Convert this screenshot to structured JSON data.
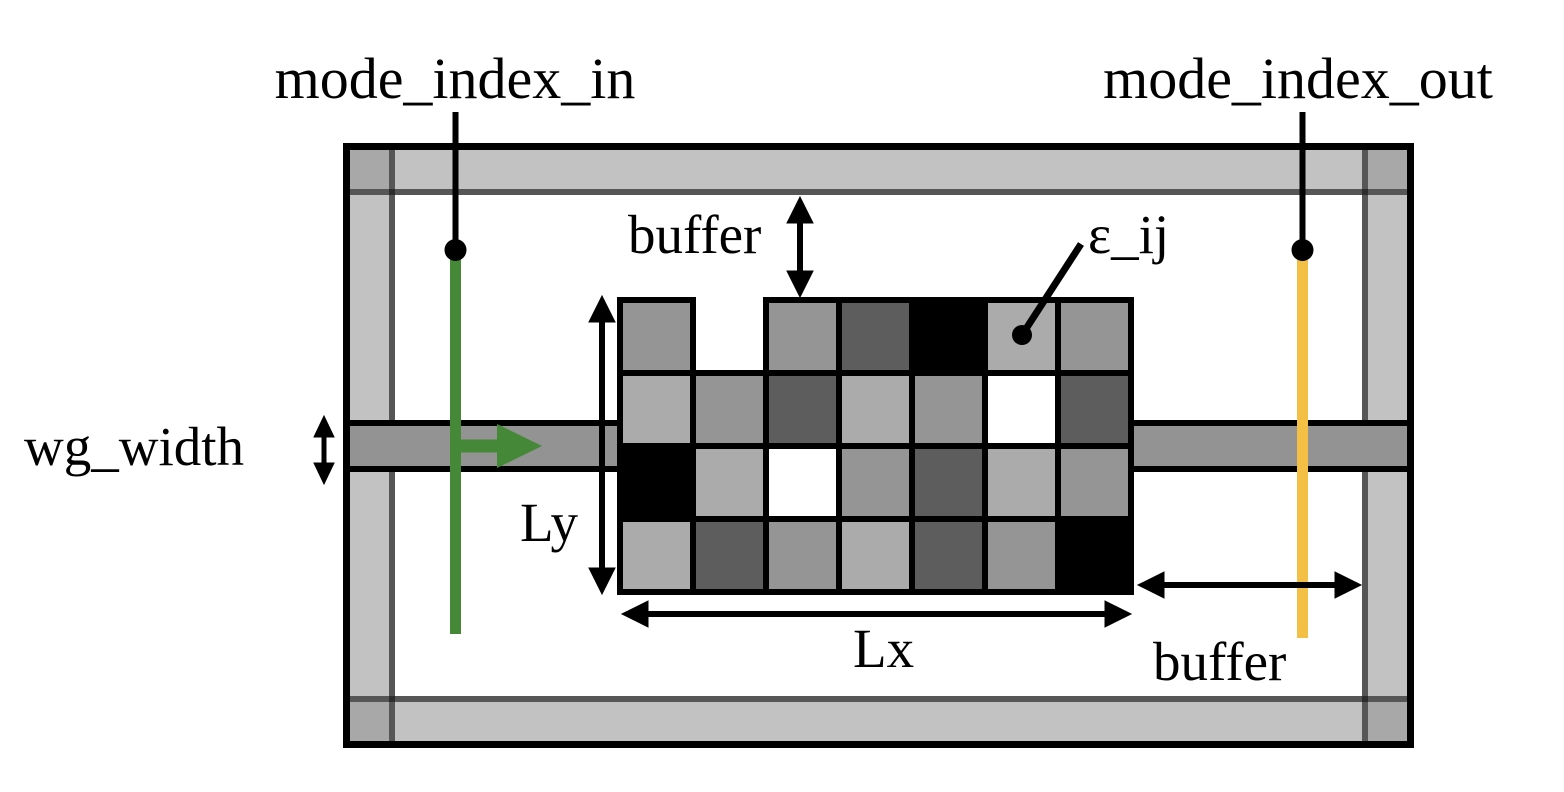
{
  "labels": {
    "mode_index_in": "mode_index_in",
    "mode_index_out": "mode_index_out",
    "buffer_top": "buffer",
    "buffer_right": "buffer",
    "wg_width": "wg_width",
    "ly": "Ly",
    "lx": "Lx",
    "epsilon_ij": "ε_ij"
  },
  "colors": {
    "pml_bar": "#c2c2c2",
    "pml_corner": "#a8a8a8",
    "pml_inner_line": "#565656",
    "pml_cross": "#2d2d2d",
    "outline": "#000000",
    "waveguide": "#939393",
    "mode_in_green": "#458837",
    "mode_out_yellow": "#f4bf45",
    "cell_white": "#ffffff",
    "cell_light": "#ababab",
    "cell_medium": "#959595",
    "cell_dark": "#5d5d5d",
    "cell_black": "#000000"
  },
  "design_region": {
    "rows": 4,
    "cols": 7,
    "cells": [
      [
        "medium",
        "empty",
        "medium",
        "dark",
        "black",
        "light",
        "medium"
      ],
      [
        "light",
        "medium",
        "dark",
        "light",
        "medium",
        "white",
        "dark"
      ],
      [
        "black",
        "light",
        "white",
        "medium",
        "dark",
        "light",
        "medium"
      ],
      [
        "light",
        "dark",
        "medium",
        "light",
        "dark",
        "medium",
        "black"
      ]
    ]
  }
}
